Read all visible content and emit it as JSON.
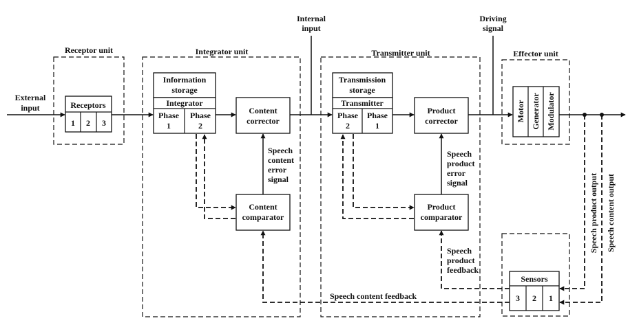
{
  "signals": {
    "external_input": [
      "External",
      "input"
    ],
    "internal_input": [
      "Internal",
      "input"
    ],
    "driving_signal": [
      "Driving",
      "signal"
    ],
    "content_error": [
      "Speech",
      "content",
      "error",
      "signal"
    ],
    "product_error": [
      "Speech",
      "product",
      "error",
      "signal"
    ],
    "product_feedback": [
      "Speech",
      "product",
      "feedback"
    ],
    "content_feedback": "Speech content feedback",
    "product_output": "Speech product output",
    "content_output": "Speech content output"
  },
  "receptor_unit": {
    "title": "Receptor unit",
    "receptors": {
      "label": "Receptors",
      "cells": [
        "1",
        "2",
        "3"
      ]
    }
  },
  "integrator_unit": {
    "title": "Integrator unit",
    "info_storage": [
      "Information",
      "storage"
    ],
    "integrator": {
      "label": "Integrator",
      "phases": [
        [
          "Phase",
          "1"
        ],
        [
          "Phase",
          "2"
        ]
      ]
    },
    "content_corrector": [
      "Content",
      "corrector"
    ],
    "content_comparator": [
      "Content",
      "comparator"
    ]
  },
  "transmitter_unit": {
    "title": "Transmitter unit",
    "transmission_storage": [
      "Transmission",
      "storage"
    ],
    "transmitter": {
      "label": "Transmitter",
      "phases": [
        [
          "Phase",
          "2"
        ],
        [
          "Phase",
          "1"
        ]
      ]
    },
    "product_corrector": [
      "Product",
      "corrector"
    ],
    "product_comparator": [
      "Product",
      "comparator"
    ]
  },
  "effector_unit": {
    "title": "Effector unit",
    "cells": [
      "Motor",
      "Generator",
      "Modulator"
    ]
  },
  "sensors": {
    "label": "Sensors",
    "cells": [
      "3",
      "2",
      "1"
    ]
  }
}
